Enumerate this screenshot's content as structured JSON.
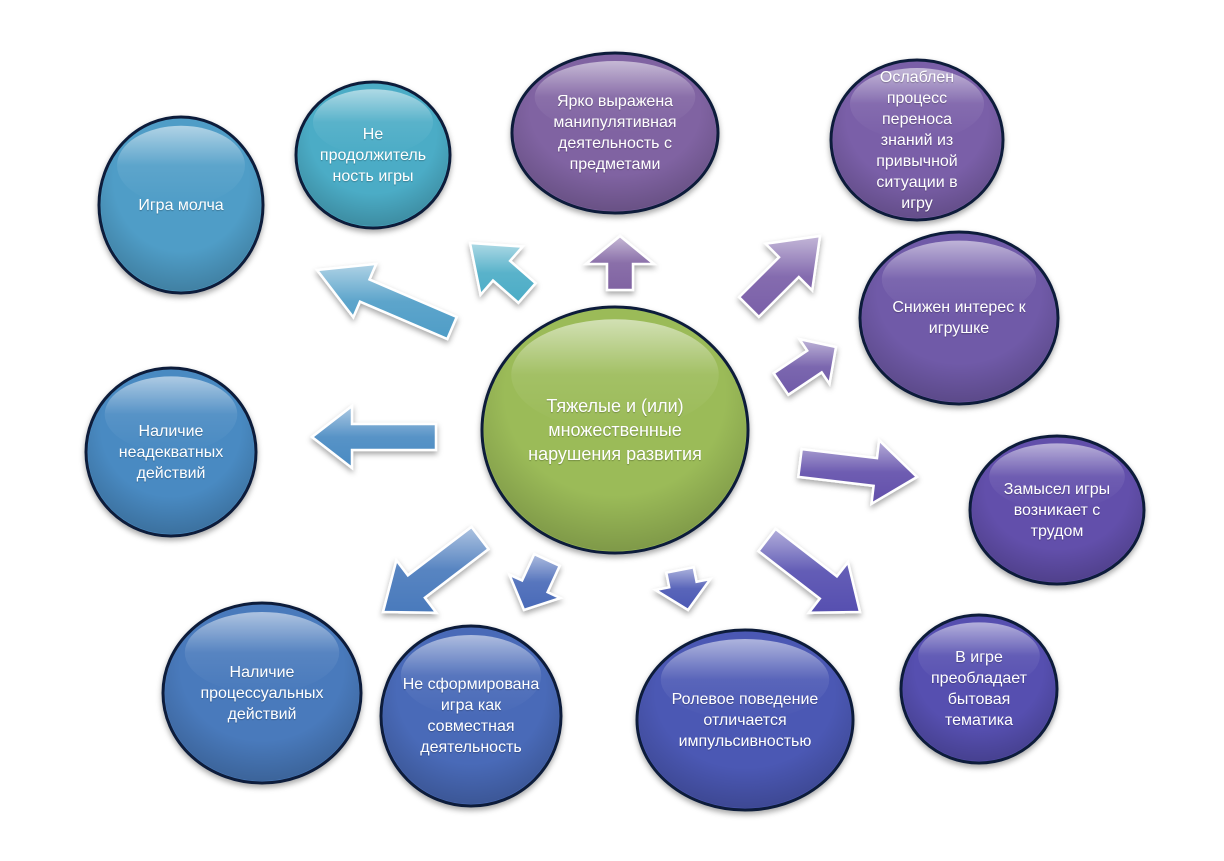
{
  "center": {
    "label": "Тяжелые и (или) множественные нарушения развития",
    "color": "#9bbb59"
  },
  "nodes": [
    {
      "id": "igra-molcha",
      "label": "Игра молча",
      "color": "#4f9dc7"
    },
    {
      "id": "ne-prodolzhitelnost",
      "label": "Не продолжитель ность игры",
      "color": "#4bacc6"
    },
    {
      "id": "manipulyativnaya",
      "label": "Ярко выражена манипулятивная деятельность с предметами",
      "color": "#8064a2"
    },
    {
      "id": "perenos-znaniy",
      "label": "Ослаблен процесс переноса знаний из привычной ситуации в игру",
      "color": "#7a5fa8"
    },
    {
      "id": "snizhen-interes",
      "label": "Снижен интерес к игрушке",
      "color": "#6f5aa8"
    },
    {
      "id": "zamysel",
      "label": "Замысел игры возникает с трудом",
      "color": "#6250ab"
    },
    {
      "id": "bytovaya-tematika",
      "label": "В игре преобладает бытовая тематика",
      "color": "#5650b0"
    },
    {
      "id": "rolevoe-povedenie",
      "label": "Ролевое поведение отличается импульсивностью",
      "color": "#4b58b4"
    },
    {
      "id": "sovmestnaya",
      "label": "Не сформирована игра как совместная деятельность",
      "color": "#4a6ab8"
    },
    {
      "id": "processualnye",
      "label": "Наличие процессуальных действий",
      "color": "#4a7abc"
    },
    {
      "id": "neadekvatnye",
      "label": "Наличие неадекватных действий",
      "color": "#4a8ac2"
    }
  ]
}
